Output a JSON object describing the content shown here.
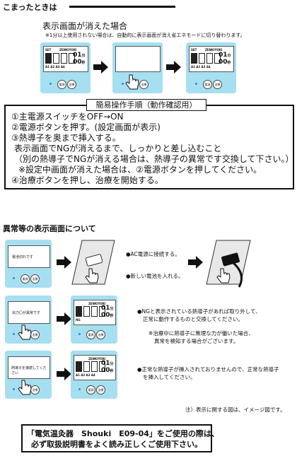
{
  "top": {
    "heading": "こまったときは",
    "subheading": "表示画面が消えた場合",
    "note": "※1分以上使用されない場合は、自動的に表示画面が消え省エネモードに切り替わります。"
  },
  "lcd": {
    "brand": "ZENKIYOKI",
    "time_big": "01",
    "time_unit": "分",
    "sub_big": "00",
    "sub_unit": "秒",
    "channels": "A1 A2 A3 A4",
    "top_left": "SET"
  },
  "buttons": {
    "power": "電源",
    "treat": "治療"
  },
  "procedure": {
    "title": "簡易操作手順（動作確認用）",
    "lines": [
      "①主電源スイッチをOFF→ON",
      "②電源ボタンを押す。(設定画面が表示)",
      "③熱導子を奥まで挿入する。",
      "表示画面でNGが消えるまで、しっかりと差し込むこと",
      "（別の熱導子でNGが消える場合は、熱導子の異常です交換して下さい。）",
      "※設定中画面が消えた場合は、②電源ボタンを押してください。",
      "④治療ボタンを押し、治療を開始する。"
    ]
  },
  "abnormal": {
    "heading": "異常等の表示画面について",
    "row1": {
      "screen_text": "電池切れです",
      "notes": [
        "●AC電源に接続する。",
        "●新しい電池を入れる。"
      ]
    },
    "row2": {
      "screen_text": "出力〇が異常です",
      "notes": [
        "●NGと表示されている熱導子があれば取り外して、",
        "正常に動作するものと交換してください。"
      ],
      "sub_notes": [
        "※治療中に熱導子に無理な力が働いた場合、",
        "異常を検知する場合がございます。"
      ],
      "ng_label": "NG"
    },
    "row3": {
      "screen_text": "熱導子を接続してください",
      "notes": [
        "●正常な熱導子が挿入されておりませんので、正常な熱導子",
        "を挿入してください。"
      ]
    },
    "footnote": "注）表示に関する図は、イメージ図です。"
  },
  "footer": {
    "line1": "「電気温灸器　Shouki　E09-04」をご使用の際は、",
    "line2": "必ず取扱説明書をよく読み正しくご使用下さい。"
  }
}
